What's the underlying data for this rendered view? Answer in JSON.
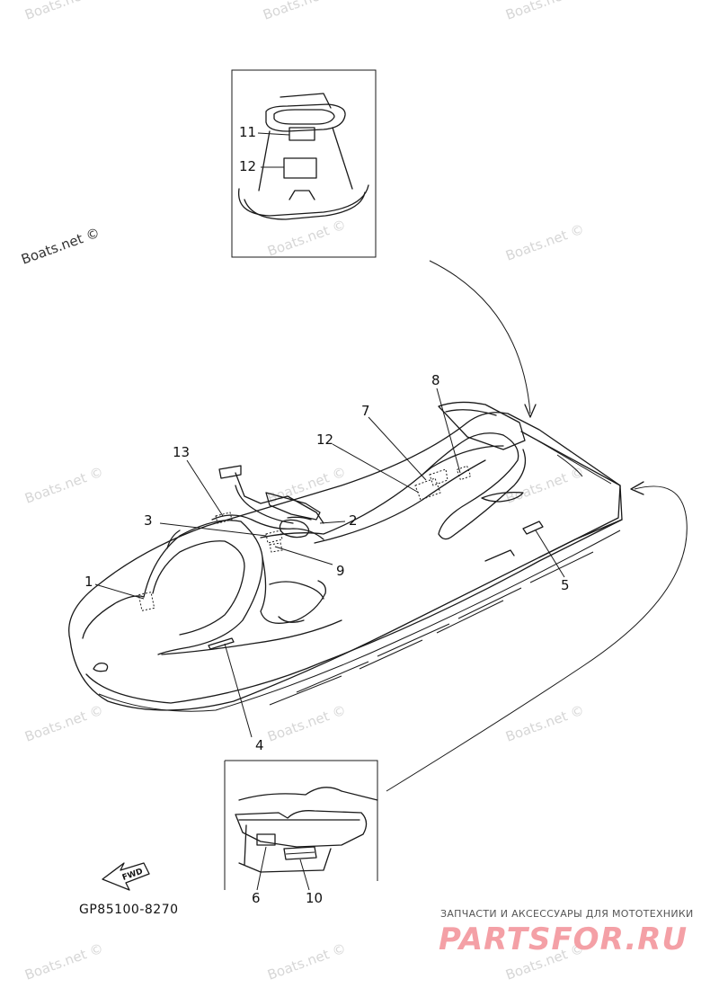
{
  "watermarks": {
    "text": "Boats.net ©",
    "featured_text": "Boats.net ©"
  },
  "callouts": {
    "c1": "1",
    "c2": "2",
    "c3": "3",
    "c4": "4",
    "c5": "5",
    "c6": "6",
    "c7": "7",
    "c8": "8",
    "c9": "9",
    "c10": "10",
    "c11": "11",
    "c12_inset": "12",
    "c12_main": "12",
    "c13": "13"
  },
  "fwd_label": "FWD",
  "part_code": "GP85100-8270",
  "banner": {
    "tagline": "ЗАПЧАСТИ И АКСЕССУАРЫ ДЛЯ МОТОТЕХНИКИ",
    "logo": "PARTSFOR.RU"
  }
}
